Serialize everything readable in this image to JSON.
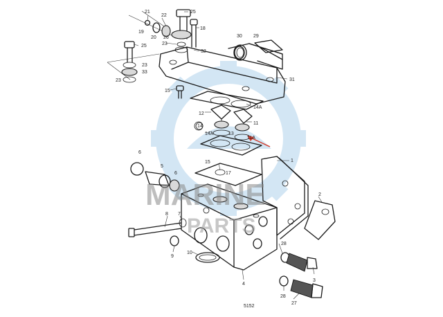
{
  "watermark": {
    "line1": "MARINE",
    "line2": "PARTS",
    "color": "#3b8fd0"
  },
  "figure_number": "5152",
  "arrow_color": "#d43a2a",
  "labels": {
    "l21": "21",
    "l22": "22",
    "l25a": "25",
    "l19": "19",
    "l20": "20",
    "l26": "26",
    "l18": "18",
    "l23a": "23",
    "l32": "32",
    "l25b": "25",
    "l23b": "23",
    "l33": "33",
    "l23c": "23",
    "l30": "30",
    "l29": "29",
    "l31": "31",
    "l15a": "15",
    "l14a1": "14A",
    "l12": "12",
    "l14": "14",
    "l11": "11",
    "l14a2": "14A",
    "l13": "13",
    "l11a": "11A",
    "l6a": "6",
    "l5": "5",
    "l6b": "6",
    "l15b": "15",
    "l17": "17",
    "l1": "1",
    "l2": "2",
    "l8": "8",
    "l7": "7",
    "l9": "9",
    "l10": "10",
    "l28a": "28",
    "l3": "3",
    "l4": "4",
    "l28b": "28",
    "l27": "27"
  }
}
